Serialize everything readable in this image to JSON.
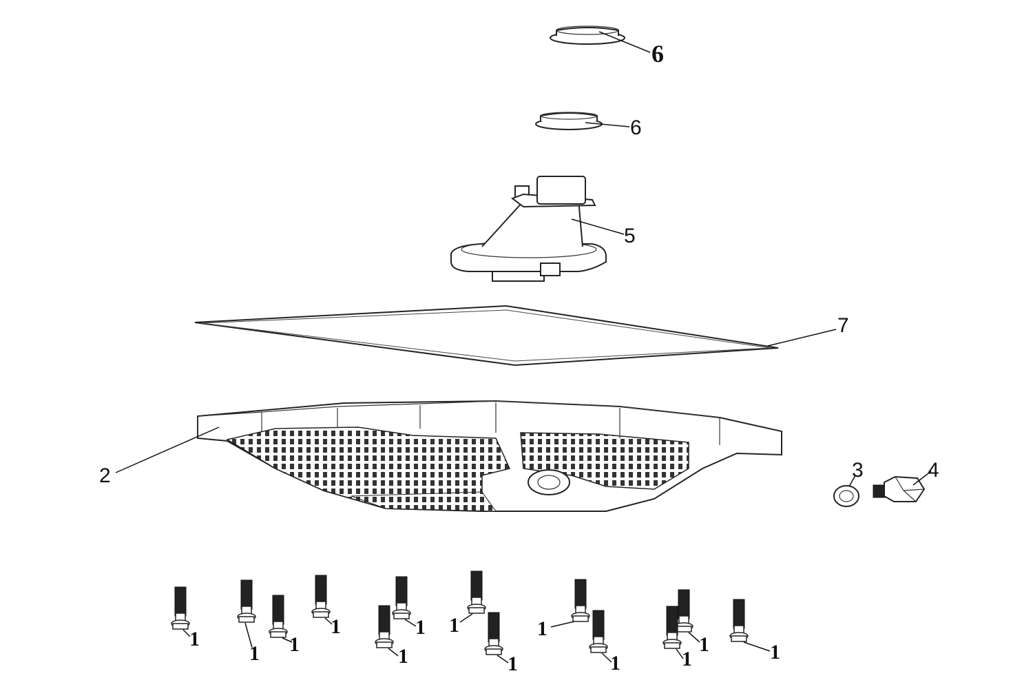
{
  "diagram": {
    "callouts": {
      "c1": "1",
      "c2": "2",
      "c3": "3",
      "c4": "4",
      "c5": "5",
      "c6a": "6",
      "c6b": "6",
      "c7": "7"
    }
  }
}
